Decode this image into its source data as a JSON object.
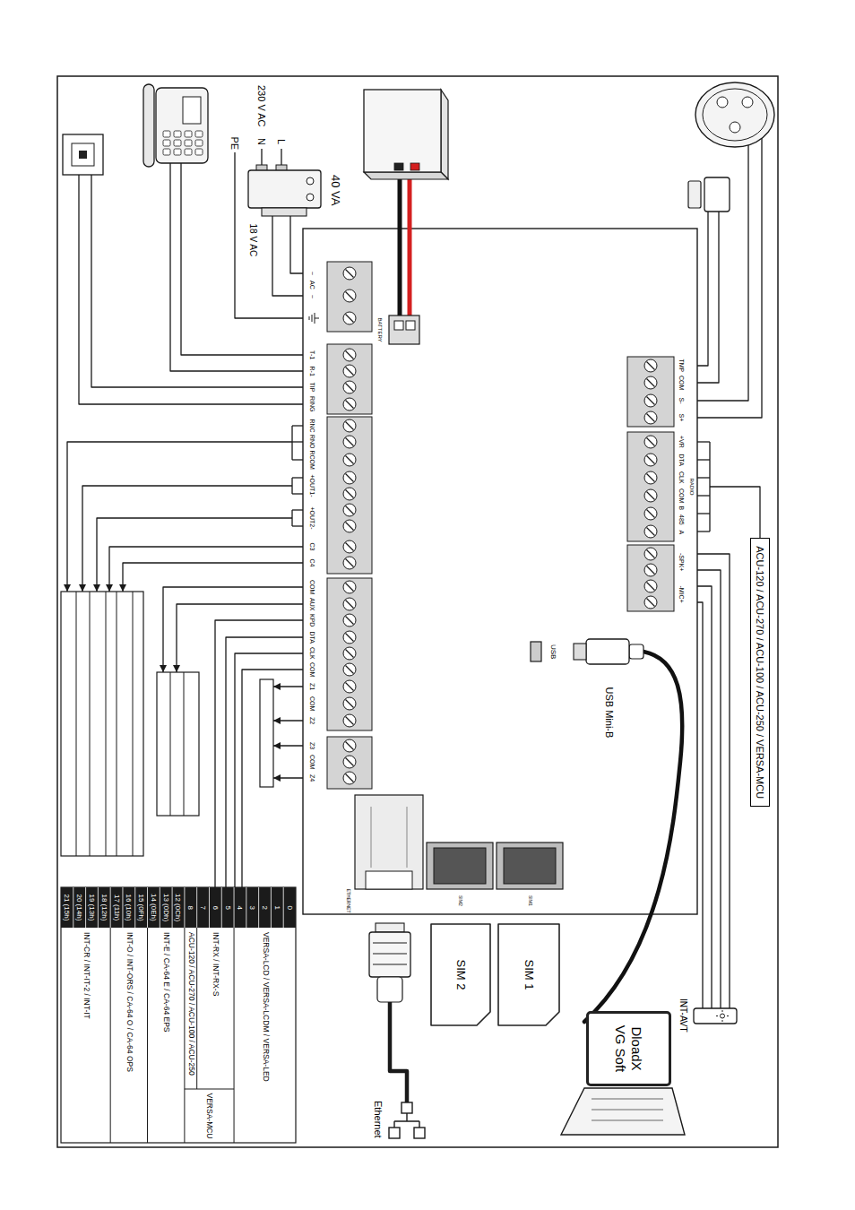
{
  "diagram": {
    "nodes": [
      {
        "text": [
          "ACU-120 / ACU-270 / ACU-100 / ACU-250 / VERSA-MCU"
        ]
      },
      {
        "text": [
          "SIM 1"
        ]
      },
      {
        "text": [
          "SIM 2"
        ]
      },
      {
        "text": [
          "DloadX VG Soft"
        ]
      }
    ],
    "labels": [
      "230 V AC",
      "L",
      "N",
      "PE",
      "40 VA",
      "18 V AC",
      "~",
      "AC",
      "~",
      "BATTERY",
      "T-1",
      "R-1",
      "TIP",
      "RING",
      "RNC",
      "RNO",
      "RCOM",
      "+OUT1-",
      "+OUT2-",
      "C3",
      "C4",
      "COM",
      "AUX",
      "KPD",
      "DTA",
      "CLK",
      "COM",
      "Z1",
      "COM",
      "Z2",
      "Z3",
      "COM",
      "Z4",
      "TMP",
      "COM",
      "S-",
      "S+",
      "+VR",
      "DTA",
      "CLK",
      "COM",
      "B",
      "485",
      "A",
      "RADIO",
      "-SPK+",
      "-MIC+",
      "USB",
      "USB Mini-B",
      "ETHERNET",
      "SIM2",
      "SIM1",
      "Ethernet",
      "INT-AVT",
      "0",
      "1",
      "2",
      "3",
      "4",
      "5",
      "6",
      "7",
      "8",
      "12 (0Ch)",
      "13 (0Dh)",
      "14 (0Eh)",
      "15 (0Fh)",
      "16 (10h)",
      "17 (11h)",
      "18 (12h)",
      "19 (13h)",
      "20 (14h)",
      "21 (15h)",
      "VERSA-LCD / VERSA-LCDM / VERSA-LED",
      "INT-RX / INT-RX-S",
      "ACU-120 / ACU-270 / ACU-100 / ACU-250",
      "VERSA-MCU",
      "INT-E / CA-64 E / CA-64 EPS",
      "INT-O / INT-ORS / CA-64 O / CA-64 OPS",
      "INT-CR / INT-IT-2 / INT-IT"
    ]
  }
}
